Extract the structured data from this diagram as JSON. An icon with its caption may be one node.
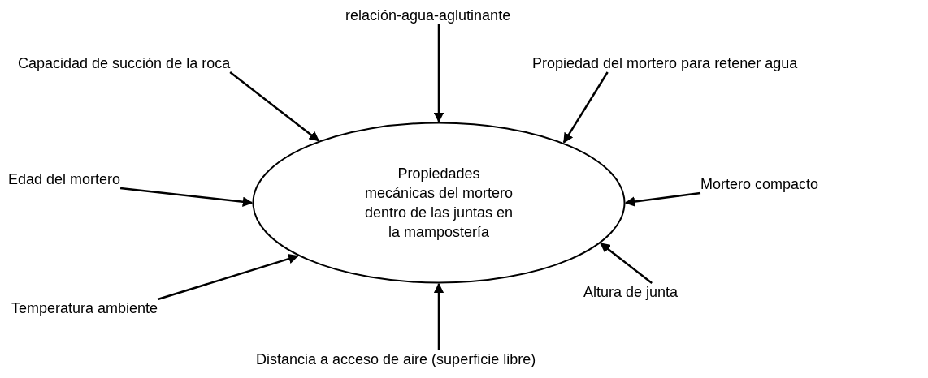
{
  "diagram": {
    "nodes": [
      {
        "text": [
          "Propiedades mecánicas del mortero dentro de las juntas en la mampostería"
        ]
      },
      {
        "text": [
          "relación-agua-aglutinante"
        ]
      },
      {
        "text": [
          "Capacidad de succión de la roca"
        ]
      },
      {
        "text": [
          "Propiedad del mortero para retener agua"
        ]
      },
      {
        "text": [
          "Edad del mortero"
        ]
      },
      {
        "text": [
          "Mortero compacto"
        ]
      },
      {
        "text": [
          "Temperatura ambiente"
        ]
      },
      {
        "text": [
          "Altura de junta"
        ]
      },
      {
        "text": [
          "Distancia a acceso de aire (superficie libre)"
        ]
      }
    ],
    "edges": [
      {
        "from": 1,
        "to": 0,
        "arrow": "to"
      },
      {
        "from": 2,
        "to": 0,
        "arrow": "to"
      },
      {
        "from": 3,
        "to": 0,
        "arrow": "to"
      },
      {
        "from": 4,
        "to": 0,
        "arrow": "to"
      },
      {
        "from": 5,
        "to": 0,
        "arrow": "to"
      },
      {
        "from": 6,
        "to": 0,
        "arrow": "to"
      },
      {
        "from": 7,
        "to": 0,
        "arrow": "to"
      },
      {
        "from": 8,
        "to": 0,
        "arrow": "to"
      }
    ]
  }
}
